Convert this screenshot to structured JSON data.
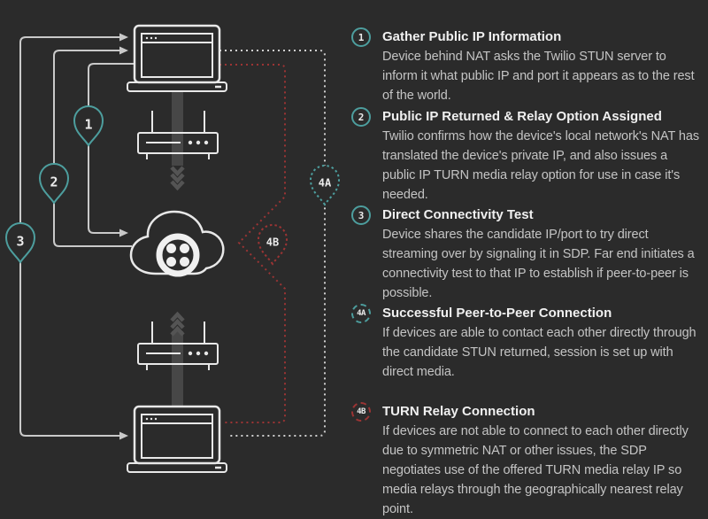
{
  "colors": {
    "background": "#2B2B2B",
    "teal_accent": "#4D9E9E",
    "red_accent": "#9C3434",
    "device_stroke": "#E8E8E8",
    "line_stroke": "#C9C9C9",
    "band_gray": "#474747",
    "heading_text": "#F0F0F0",
    "body_text": "#C4C4C4"
  },
  "diagram": {
    "icons": [
      "laptop-icon",
      "wireless-router-icon",
      "twilio-cloud-icon",
      "twilio-logo-icon"
    ],
    "pins": {
      "pin1": "1",
      "pin2": "2",
      "pin3": "3",
      "pin4a": "4A",
      "pin4b": "4B"
    },
    "paths": {
      "stun_request": "device to Twilio STUN server",
      "stun_response": "Twilio to device",
      "connectivity_test": "device to device",
      "peer_to_peer": "direct media path (dotted white)",
      "turn_relay": "relayed media path via Twilio (dotted red)"
    }
  },
  "sections": [
    {
      "badge": "1",
      "title": "Gather Public IP Information",
      "body": "Device behind NAT asks the Twilio STUN server to inform it what public IP and port it appears as to the rest of the world."
    },
    {
      "badge": "2",
      "title": "Public IP Returned & Relay Option Assigned",
      "body": "Twilio confirms how the device's local network's NAT has translated the device's private IP, and also issues a public IP TURN media relay option for use in case it's needed."
    },
    {
      "badge": "3",
      "title": "Direct Connectivity Test",
      "body": "Device shares the candidate IP/port to try direct streaming over by signaling it in SDP. Far end initiates a connectivity test to that IP to establish if peer-to-peer is possible."
    },
    {
      "badge": "4A",
      "title": "Successful Peer-to-Peer Connection",
      "body": "If devices are able to contact each other directly through the candidate STUN returned, session is set up with direct media."
    },
    {
      "badge": "4B",
      "title": "TURN Relay Connection",
      "body": "If devices are not able to connect to each other directly due to symmetric NAT or other issues, the SDP negotiates use of the offered TURN media relay IP so media relays through the geographically nearest relay point."
    }
  ]
}
